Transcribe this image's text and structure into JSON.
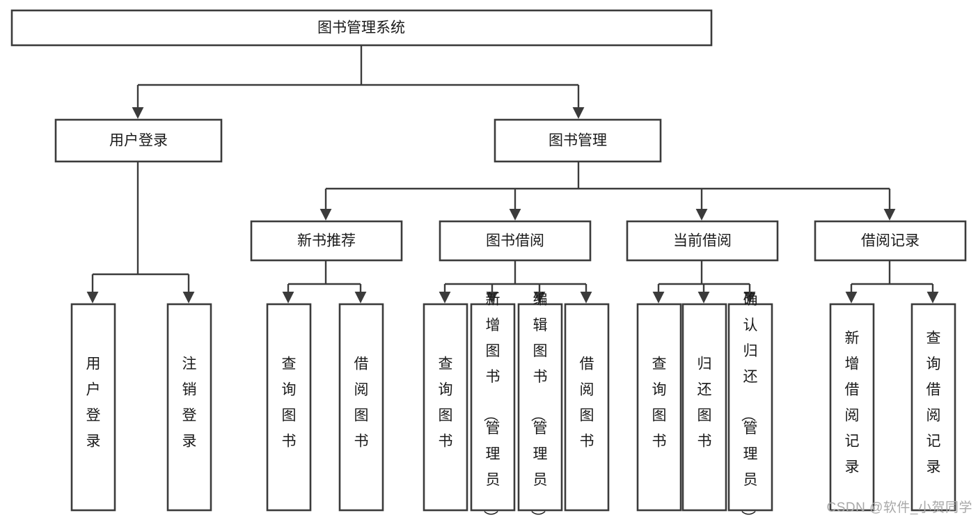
{
  "diagram": {
    "type": "tree-hierarchy-flowchart",
    "title": "图书管理系统",
    "watermark": "CSDN @软件_小贺同学",
    "colors": {
      "box_stroke": "#3b3b3b",
      "box_fill": "#ffffff",
      "text": "#1a1a1a",
      "edge": "#3b3b3b",
      "watermark": "#a8a8a8",
      "background": "#ffffff"
    },
    "levels": [
      {
        "level": 1,
        "nodes": [
          {
            "id": "root",
            "label": "图书管理系统",
            "orientation": "horizontal"
          }
        ]
      },
      {
        "level": 2,
        "nodes": [
          {
            "id": "login",
            "label": "用户登录",
            "orientation": "horizontal",
            "parent": "root"
          },
          {
            "id": "bookmgmt",
            "label": "图书管理",
            "orientation": "horizontal",
            "parent": "root"
          }
        ]
      },
      {
        "level": 3,
        "nodes": [
          {
            "id": "newbook",
            "label": "新书推荐",
            "orientation": "horizontal",
            "parent": "bookmgmt"
          },
          {
            "id": "borrow",
            "label": "图书借阅",
            "orientation": "horizontal",
            "parent": "bookmgmt"
          },
          {
            "id": "current",
            "label": "当前借阅",
            "orientation": "horizontal",
            "parent": "bookmgmt"
          },
          {
            "id": "records",
            "label": "借阅记录",
            "orientation": "horizontal",
            "parent": "bookmgmt"
          }
        ]
      },
      {
        "level": 4,
        "nodes": [
          {
            "id": "leaf-user-login",
            "label": "用户登录",
            "orientation": "vertical",
            "parent": "login"
          },
          {
            "id": "leaf-user-logout",
            "label": "注销登录",
            "orientation": "vertical",
            "parent": "login"
          },
          {
            "id": "leaf-new-query",
            "label": "查询图书",
            "orientation": "vertical",
            "parent": "newbook"
          },
          {
            "id": "leaf-new-borrow",
            "label": "借阅图书",
            "orientation": "vertical",
            "parent": "newbook"
          },
          {
            "id": "leaf-borrow-query",
            "label": "查询图书",
            "orientation": "vertical",
            "parent": "borrow"
          },
          {
            "id": "leaf-borrow-add",
            "label": "新增图书（管理员）",
            "orientation": "vertical",
            "parent": "borrow"
          },
          {
            "id": "leaf-borrow-edit",
            "label": "编辑图书（管理员）",
            "orientation": "vertical",
            "parent": "borrow"
          },
          {
            "id": "leaf-borrow-lend",
            "label": "借阅图书",
            "orientation": "vertical",
            "parent": "borrow"
          },
          {
            "id": "leaf-current-query",
            "label": "查询图书",
            "orientation": "vertical",
            "parent": "current"
          },
          {
            "id": "leaf-current-return",
            "label": "归还图书",
            "orientation": "vertical",
            "parent": "current"
          },
          {
            "id": "leaf-current-confirm",
            "label": "确认归还（管理员）",
            "orientation": "vertical",
            "parent": "current"
          },
          {
            "id": "leaf-record-add",
            "label": "新增借阅记录",
            "orientation": "vertical",
            "parent": "records"
          },
          {
            "id": "leaf-record-query",
            "label": "查询借阅记录",
            "orientation": "vertical",
            "parent": "records"
          }
        ]
      }
    ]
  }
}
